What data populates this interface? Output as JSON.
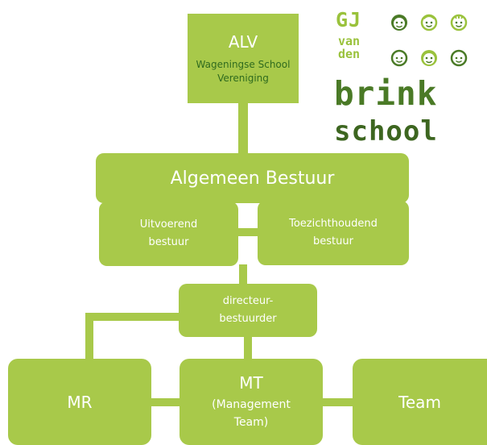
{
  "logo": {
    "line1": "GJ",
    "line2": "van",
    "line3": "den",
    "line4": "brink",
    "line5": "school",
    "faces": [
      "girl-face-icon",
      "boy-face-icon",
      "boy-face-icon",
      "boy-face-icon",
      "girl-face-icon",
      "boy-face-icon"
    ]
  },
  "nodes": {
    "alv": {
      "title": "ALV",
      "subtitle_1": "Wageningse School",
      "subtitle_2": "Vereniging"
    },
    "algemeen_bestuur": "Algemeen Bestuur",
    "uitvoerend": {
      "line1": "Uitvoerend",
      "line2": "bestuur"
    },
    "toezichthoudend": {
      "line1": "Toezichthoudend",
      "line2": "bestuur"
    },
    "directeur": {
      "line1": "directeur-",
      "line2": "bestuurder"
    },
    "mr": "MR",
    "mt": {
      "line1": "MT",
      "line2": "(Management",
      "line3": "Team)"
    },
    "team": "Team"
  },
  "colors": {
    "box": "#a8c94a",
    "text": "#ffffff",
    "subtitle": "#2f6b1e",
    "logo_dark": "#4a7a26"
  }
}
